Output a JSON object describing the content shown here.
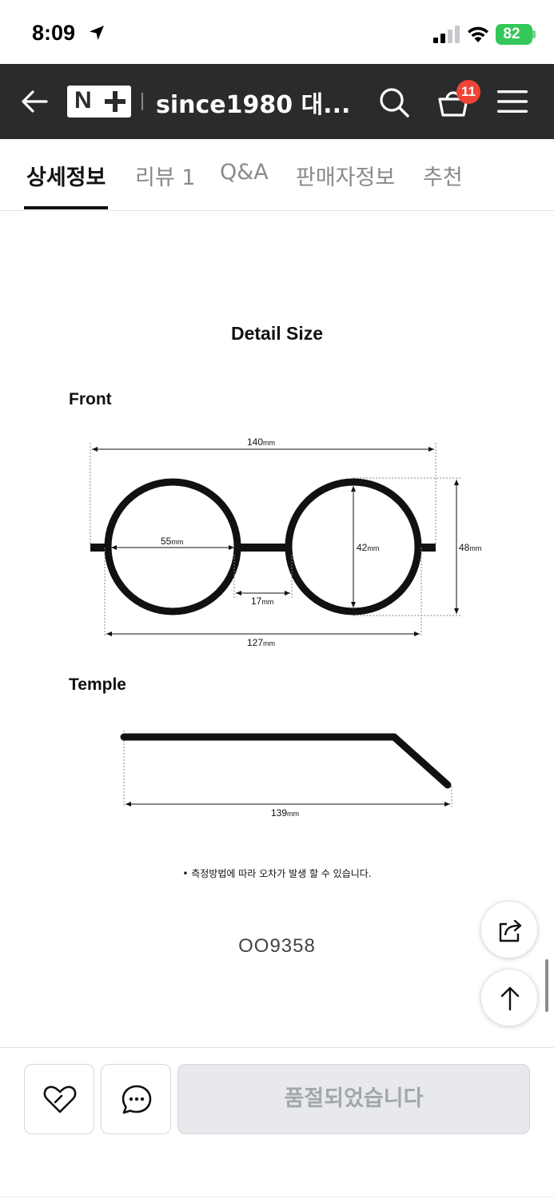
{
  "status": {
    "time": "8:09",
    "battery": "82"
  },
  "header": {
    "logo_letter": "N",
    "title": "since1980 대...",
    "cart_count": "11"
  },
  "tabs": [
    {
      "label": "상세정보"
    },
    {
      "label": "리뷰 1"
    },
    {
      "label": "Q&A"
    },
    {
      "label": "판매자정보"
    },
    {
      "label": "추천"
    }
  ],
  "detail": {
    "title": "Detail Size",
    "front_label": "Front",
    "temple_label": "Temple",
    "front": {
      "total_width": "140",
      "lens_width": "55",
      "bridge": "17",
      "lens_height": "42",
      "frame_height": "48",
      "frame_width": "127",
      "unit": "mm"
    },
    "temple": {
      "length": "139",
      "unit": "mm"
    },
    "notice": "• 측정방법에 따라 오차가 발생 할 수 있습니다.",
    "model_code": "OO9358"
  },
  "bottom": {
    "soldout_label": "품절되었습니다"
  },
  "colors": {
    "header_bg": "#2a2b2d",
    "badge": "#f04434",
    "battery": "#34c759"
  }
}
